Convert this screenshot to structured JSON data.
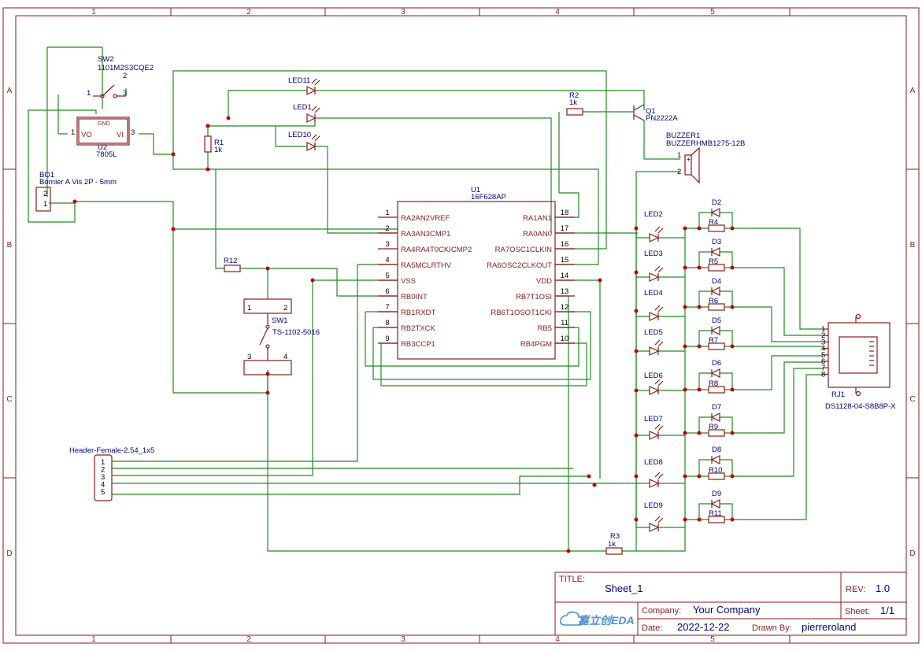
{
  "frame": {
    "columns": [
      "1",
      "2",
      "3",
      "4",
      "5"
    ],
    "rows": [
      "A",
      "B",
      "C",
      "D"
    ]
  },
  "parts": {
    "sw2": {
      "ref": "SW2",
      "value": "1101M2S3CQE2",
      "pins": [
        "1",
        "2",
        "3"
      ]
    },
    "u2": {
      "ref": "U2",
      "value": "7805L",
      "gnd": "GND",
      "vo": "VO",
      "vi": "VI",
      "pin1": "1",
      "pin3": "3"
    },
    "bo1": {
      "ref": "BO1",
      "value": "Bornier A Vis 2P - 5mm",
      "pin2": "2",
      "pin1": "1"
    },
    "r1": {
      "ref": "R1",
      "value": "1k"
    },
    "r2": {
      "ref": "R2",
      "value": "1k"
    },
    "r3": {
      "ref": "R3",
      "value": "1k"
    },
    "r12": {
      "ref": "R12"
    },
    "q1": {
      "ref": "Q1",
      "value": "PN2222A"
    },
    "buzzer": {
      "ref": "BUZZER1",
      "value": "BUZZERHMB1275-12B",
      "pin1": "1",
      "pin2": "2"
    },
    "led_top": [
      "LED11",
      "LED1",
      "LED10"
    ],
    "u1": {
      "ref": "U1",
      "value": "16F628AP",
      "left_pins": [
        {
          "num": "1",
          "name": "RA2AN2VREF"
        },
        {
          "num": "2",
          "name": "RA3AN3CMP1"
        },
        {
          "num": "3",
          "name": "RA4RA4T0CKICMP2"
        },
        {
          "num": "4",
          "name": "RA5MCLRTHV"
        },
        {
          "num": "5",
          "name": "VSS"
        },
        {
          "num": "6",
          "name": "RB0INT"
        },
        {
          "num": "7",
          "name": "RB1RXDT"
        },
        {
          "num": "8",
          "name": "RB2TXCK"
        },
        {
          "num": "9",
          "name": "RB3CCP1"
        }
      ],
      "right_pins": [
        {
          "num": "18",
          "name": "RA1AN1"
        },
        {
          "num": "17",
          "name": "RA0AN0"
        },
        {
          "num": "16",
          "name": "RA7OSC1CLKIN"
        },
        {
          "num": "15",
          "name": "RA6OSC2CLKOUT"
        },
        {
          "num": "14",
          "name": "VDD"
        },
        {
          "num": "13",
          "name": "RB7T1OSI"
        },
        {
          "num": "12",
          "name": "RB6T1OSOT1CKI"
        },
        {
          "num": "11",
          "name": "RB5"
        },
        {
          "num": "10",
          "name": "RB4PGM"
        }
      ]
    },
    "sw1": {
      "ref": "SW1",
      "value": "TS-1102-5016",
      "pins": [
        "1",
        "2",
        "3",
        "4"
      ]
    },
    "header": {
      "value": "Header-Female-2.54_1x5",
      "pins": [
        "1",
        "2",
        "3",
        "4",
        "5"
      ]
    },
    "led_right": [
      "LED2",
      "LED3",
      "LED4",
      "LED5",
      "LED6",
      "LED7",
      "LED8",
      "LED9"
    ],
    "diodes": [
      "D2",
      "D3",
      "D4",
      "D5",
      "D6",
      "D7",
      "D8",
      "D9"
    ],
    "resistors_right": [
      "R4",
      "R5",
      "R6",
      "R7",
      "R8",
      "R9",
      "R10",
      "R11"
    ],
    "rj1": {
      "ref": "RJ1",
      "value": "DS1128-04-S8B8P-X",
      "pins": [
        "1",
        "2",
        "3",
        "4",
        "5",
        "6",
        "7",
        "8"
      ]
    }
  },
  "title_block": {
    "title_label": "TITLE:",
    "title": "Sheet_1",
    "rev_label": "REV:",
    "rev": "1.0",
    "company_label": "Company:",
    "company": "Your Company",
    "sheet_label": "Sheet:",
    "sheet": "1/1",
    "date_label": "Date:",
    "date": "2022-12-22",
    "drawn_label": "Drawn By:",
    "drawn_by": "pierreroland",
    "logo_text": "嘉立创EDA"
  },
  "colors": {
    "frame": "#8b1a1a",
    "wire": "#228b22",
    "label": "#000080",
    "junction": "#c00000"
  }
}
